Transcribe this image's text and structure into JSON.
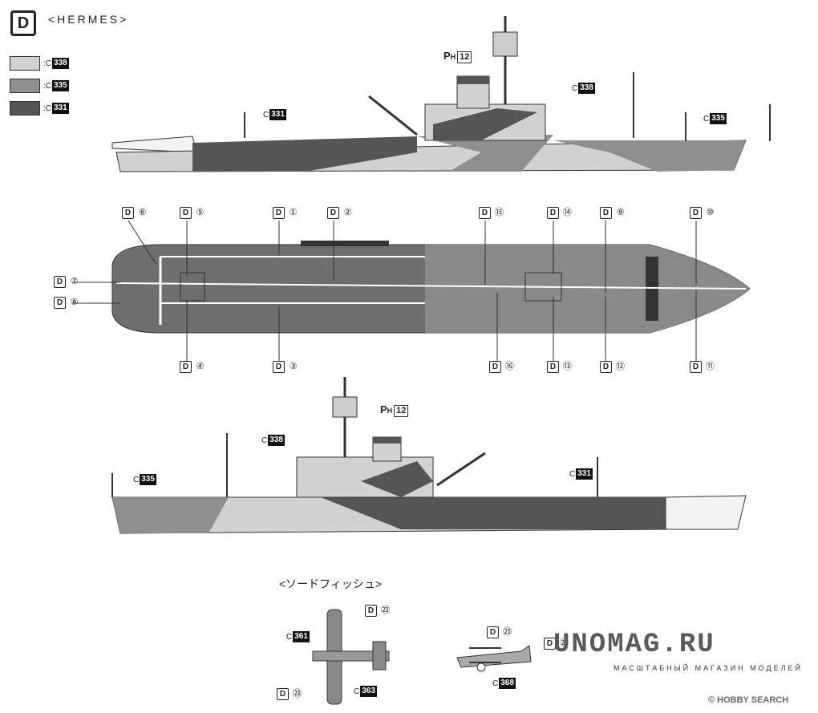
{
  "header": {
    "section_letter": "D",
    "title": "<HERMES>"
  },
  "legend": [
    {
      "prefix": ":C",
      "code": "338",
      "color": "#d2d2d2"
    },
    {
      "prefix": ":C",
      "code": "335",
      "color": "#8f8f8f"
    },
    {
      "prefix": ":C",
      "code": "331",
      "color": "#555555"
    }
  ],
  "top_view": {
    "ph_label": "P",
    "ph_sub": "H",
    "ph_num": "12",
    "c331": "331",
    "c338": "338",
    "c335": "335",
    "c_prefix": "C"
  },
  "deck_labels": {
    "top": [
      {
        "d": "D",
        "n": "⑥"
      },
      {
        "d": "D",
        "n": "⑤"
      },
      {
        "d": "D",
        "n": "①"
      },
      {
        "d": "D",
        "n": "②"
      },
      {
        "d": "D",
        "n": "⑮"
      },
      {
        "d": "D",
        "n": "⑭"
      },
      {
        "d": "D",
        "n": "⑨"
      },
      {
        "d": "D",
        "n": "⑩"
      }
    ],
    "left": [
      {
        "d": "D",
        "n": "⑦"
      },
      {
        "d": "D",
        "n": "⑧"
      }
    ],
    "bottom": [
      {
        "d": "D",
        "n": "④"
      },
      {
        "d": "D",
        "n": "③"
      },
      {
        "d": "D",
        "n": "⑯"
      },
      {
        "d": "D",
        "n": "⑬"
      },
      {
        "d": "D",
        "n": "⑫"
      },
      {
        "d": "D",
        "n": "⑪"
      }
    ]
  },
  "bottom_view": {
    "ph_label": "P",
    "ph_sub": "H",
    "ph_num": "12",
    "c338": "338",
    "c335": "335",
    "c331": "331",
    "c_prefix": "C"
  },
  "aircraft": {
    "title": "<ソードフィッシュ>",
    "d23_a": "㉓",
    "d23_b": "㉓",
    "d23_c": "㉓",
    "d25": "㉕",
    "c361": "361",
    "c363": "363",
    "c368": "368",
    "c_prefix": "C",
    "d": "D"
  },
  "watermark": {
    "main": "UNOMAG.RU",
    "sub": "МАСШТАБНЫЙ МАГАЗИН МОДЕЛЕЙ",
    "hs": "© HOBBY SEARCH"
  }
}
